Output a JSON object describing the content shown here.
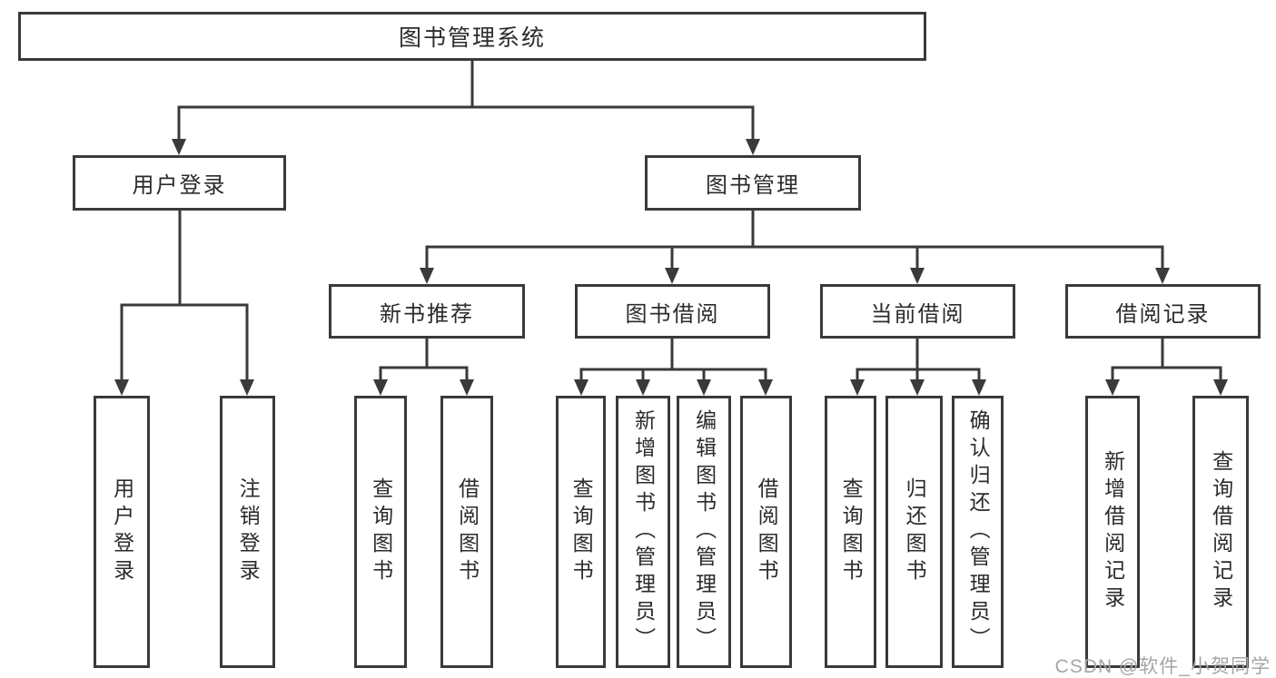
{
  "diagram": {
    "root": {
      "label": "图书管理系统"
    },
    "level2": {
      "user_login": {
        "label": "用户登录"
      },
      "book_management": {
        "label": "图书管理"
      }
    },
    "level3": {
      "new_book_recommendation": {
        "label": "新书推荐"
      },
      "book_borrowing": {
        "label": "图书借阅"
      },
      "current_borrowing": {
        "label": "当前借阅"
      },
      "borrowing_records": {
        "label": "借阅记录"
      }
    },
    "level4": {
      "user_login_action": {
        "label": "用户登录"
      },
      "logout": {
        "label": "注销登录"
      },
      "recommend_query_books": {
        "label": "查询图书"
      },
      "recommend_borrow_books": {
        "label": "借阅图书"
      },
      "borrow_query_books": {
        "label": "查询图书"
      },
      "borrow_add_books_admin": {
        "label": "新增图书（管理员）"
      },
      "borrow_edit_books_admin": {
        "label": "编辑图书（管理员）"
      },
      "borrow_borrow_books": {
        "label": "借阅图书"
      },
      "current_query_books": {
        "label": "查询图书"
      },
      "current_return_books": {
        "label": "归还图书"
      },
      "current_confirm_return_admin": {
        "label": "确认归还（管理员）"
      },
      "records_add_record": {
        "label": "新增借阅记录"
      },
      "records_query_record": {
        "label": "查询借阅记录"
      }
    }
  },
  "watermark": {
    "text": "CSDN @软件_小贺同学"
  },
  "colors": {
    "line": "#3a3a3a",
    "text": "#2b2b2b",
    "background": "#ffffff",
    "watermark": "#a6a6a6"
  }
}
